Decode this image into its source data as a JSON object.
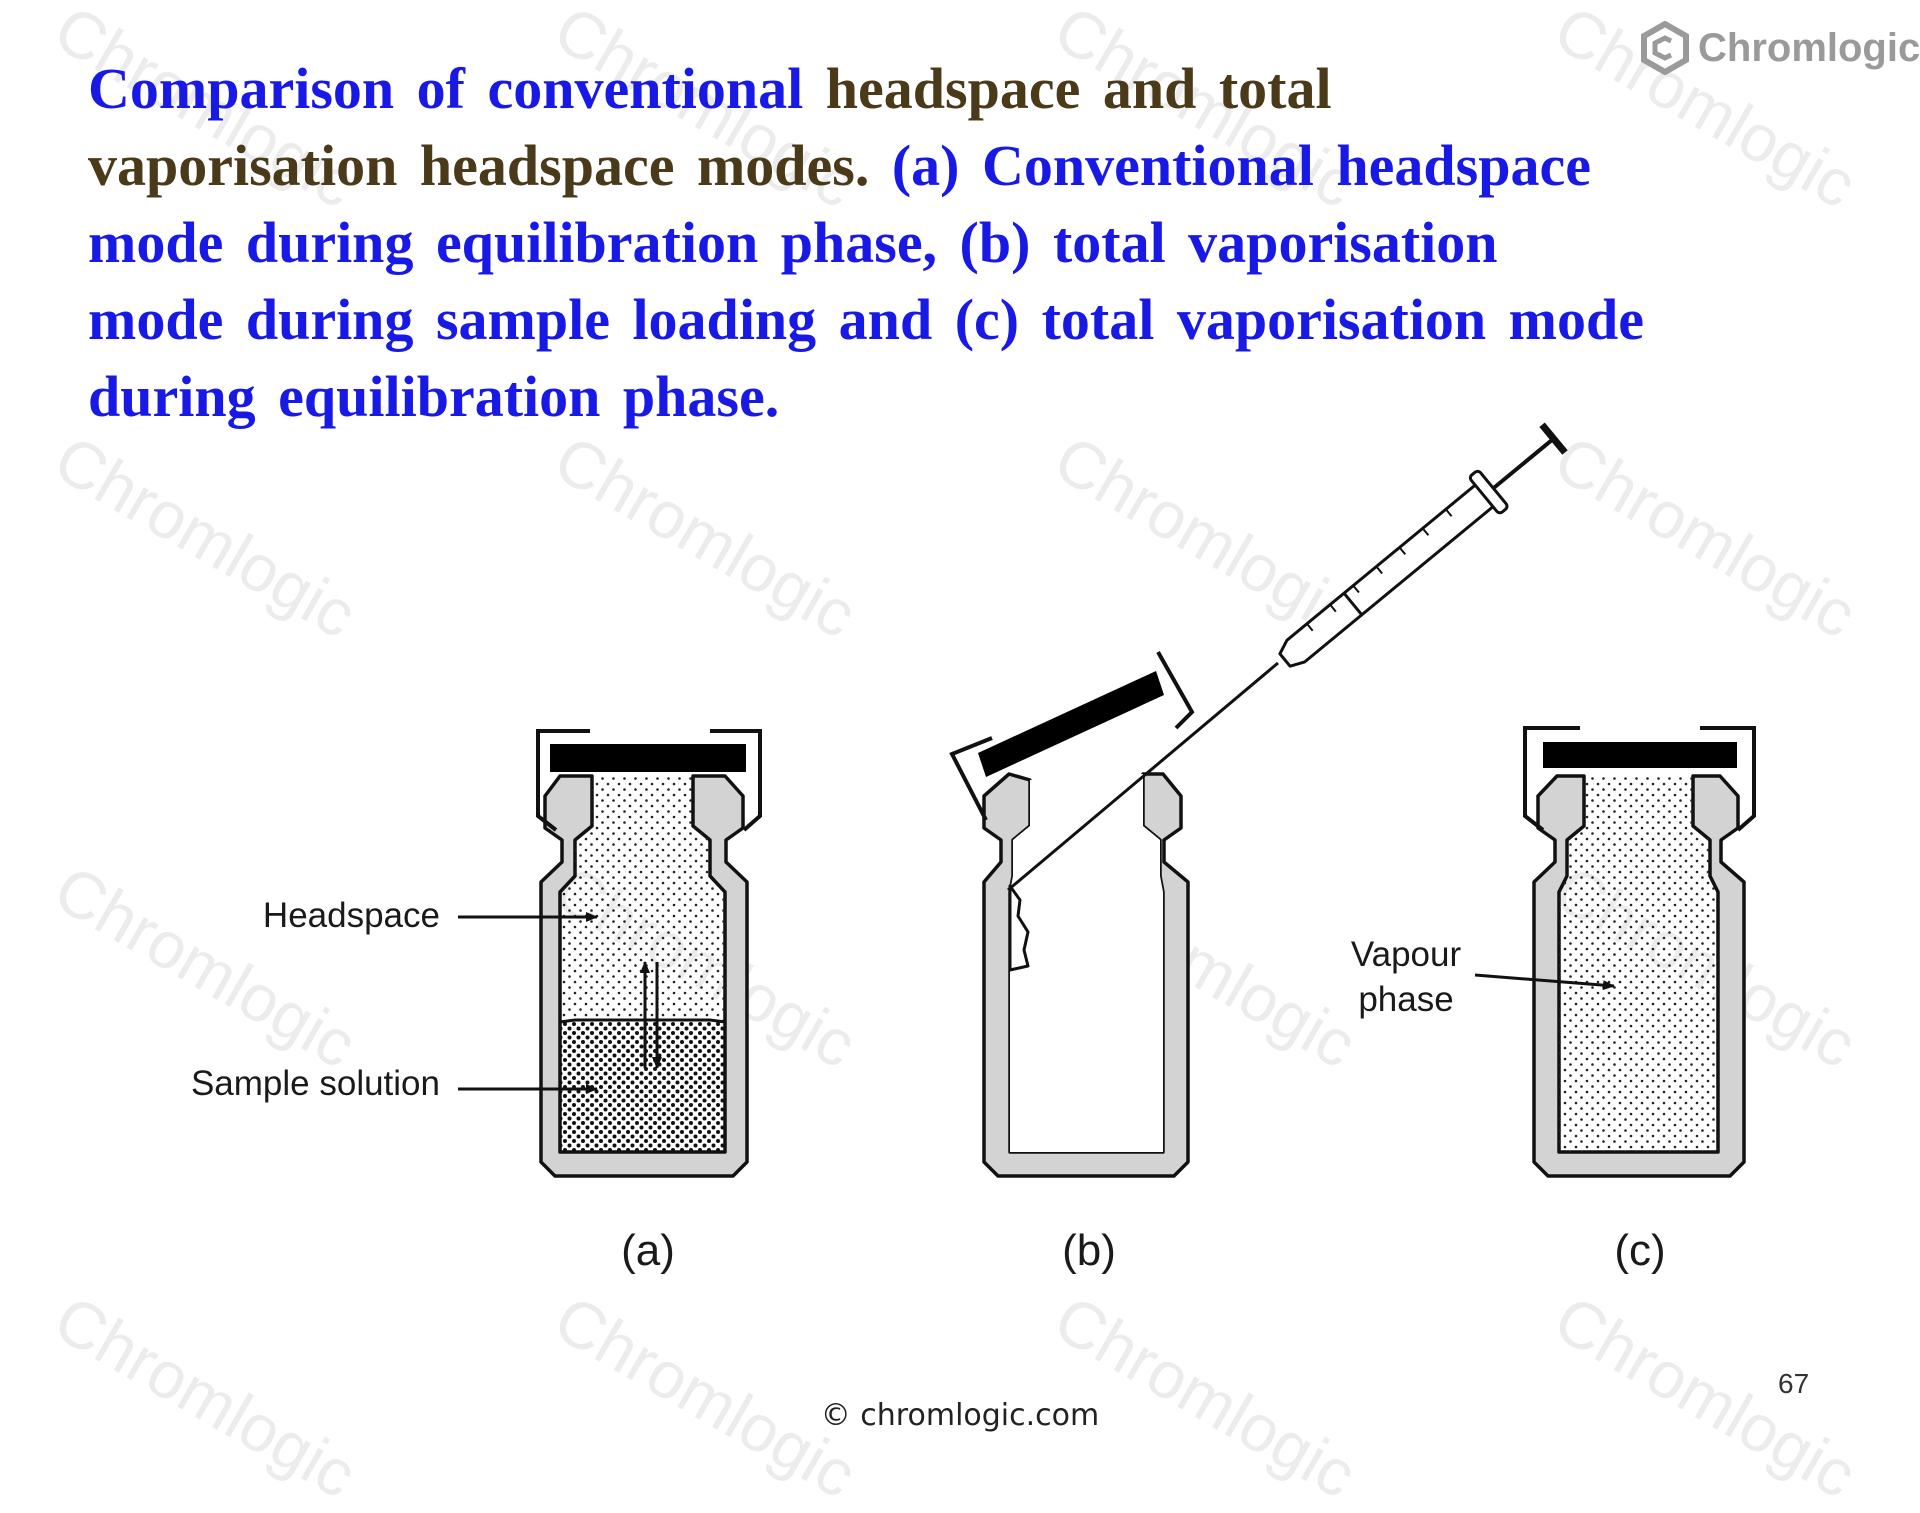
{
  "logo": {
    "text": "Chromlogic",
    "icon": "hexagon-logo-icon",
    "color": "#9a9a9a"
  },
  "watermark": {
    "text": "Chromlogic"
  },
  "title": {
    "parts": [
      "Comparison  of  conventional",
      "headspace  and  total",
      "vaporisation  headspace  modes.",
      "(a)  Conventional headspace  mode  during  equilibration  phase,  (b) total  vaporisation  mode  during  sample loading and (c) total vaporisation mode during equilibration phase."
    ],
    "colors": {
      "blue": "#1919e6",
      "dark": "#4a3a1a"
    }
  },
  "diagram": {
    "labels": {
      "headspace": "Headspace",
      "sample_solution": "Sample solution",
      "vapour": "Vapour",
      "phase": "phase"
    },
    "panels": [
      "(a)",
      "(b)",
      "(c)"
    ]
  },
  "footer": {
    "text": "© chromlogic.com"
  },
  "page_number": "67"
}
